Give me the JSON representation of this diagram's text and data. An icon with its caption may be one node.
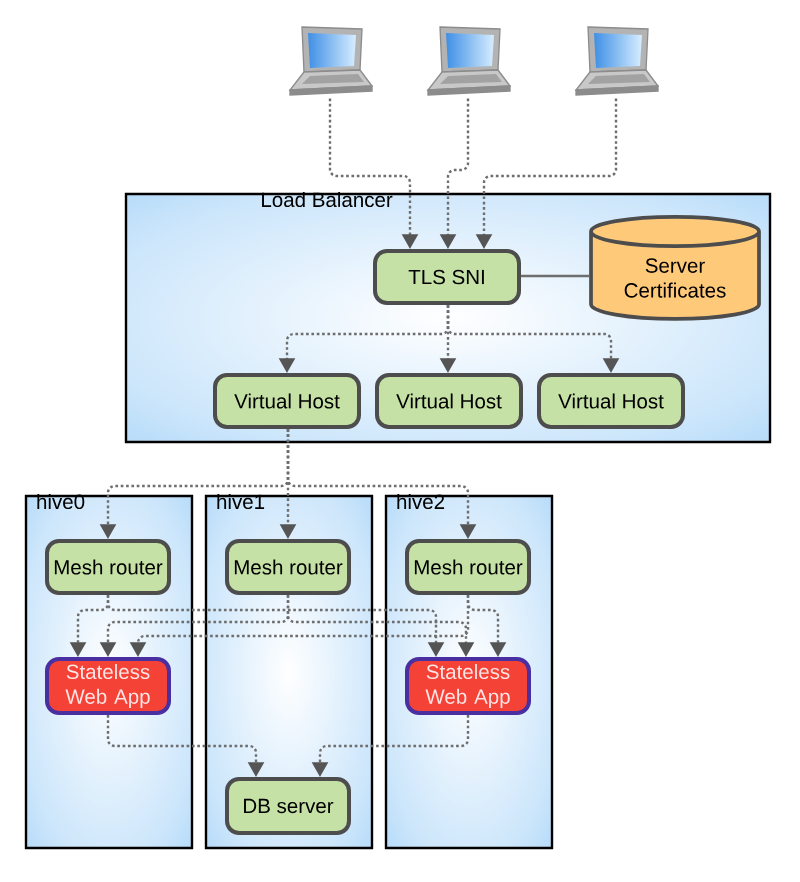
{
  "diagram": {
    "nodes": [
      {
        "text": [],
        "shape": "picture"
      },
      {
        "text": [],
        "shape": "picture"
      },
      {
        "text": [],
        "shape": "picture"
      },
      {
        "text": [
          "Load Balancer"
        ]
      },
      {
        "text": [
          "TLS SNI"
        ],
        "in": 3
      },
      {
        "text": [
          "Server Certificates"
        ],
        "in": 3
      },
      {
        "text": [
          "Virtual Host"
        ],
        "in": 3
      },
      {
        "text": [
          "Virtual Host"
        ],
        "in": 3
      },
      {
        "text": [
          "Virtual Host"
        ],
        "in": 3
      },
      {
        "text": [
          "hive0"
        ]
      },
      {
        "text": [
          "Mesh router"
        ],
        "in": 9
      },
      {
        "text": [
          "Stateless Web App"
        ],
        "in": 9
      },
      {
        "text": [
          "hive1"
        ]
      },
      {
        "text": [
          "Mesh router"
        ],
        "in": 12
      },
      {
        "text": [
          "DB server"
        ],
        "in": 12
      },
      {
        "text": [
          "hive2"
        ]
      },
      {
        "text": [
          "Mesh router"
        ],
        "in": 15
      },
      {
        "text": [
          "Stateless Web App"
        ],
        "in": 15
      }
    ],
    "edges": [
      {
        "from": 0,
        "to": 4,
        "arrow": "to",
        "style": "dashed"
      },
      {
        "from": 1,
        "to": 4,
        "arrow": "to",
        "style": "dashed"
      },
      {
        "from": 2,
        "to": 4,
        "arrow": "to",
        "style": "dashed"
      },
      {
        "from": 4,
        "to": 5,
        "arrow": "none"
      },
      {
        "from": 4,
        "to": 6,
        "arrow": "to",
        "style": "dashed"
      },
      {
        "from": 4,
        "to": 7,
        "arrow": "to",
        "style": "dashed"
      },
      {
        "from": 4,
        "to": 8,
        "arrow": "to",
        "style": "dashed"
      },
      {
        "from": 6,
        "to": 10,
        "arrow": "to",
        "style": "dashed"
      },
      {
        "from": 6,
        "to": 13,
        "arrow": "to",
        "style": "dashed"
      },
      {
        "from": 6,
        "to": 16,
        "arrow": "to",
        "style": "dashed"
      },
      {
        "from": 10,
        "to": 11,
        "arrow": "to",
        "style": "dashed"
      },
      {
        "from": 10,
        "to": 17,
        "arrow": "to",
        "style": "dashed"
      },
      {
        "from": 13,
        "to": 11,
        "arrow": "to",
        "style": "dashed"
      },
      {
        "from": 13,
        "to": 17,
        "arrow": "to",
        "style": "dashed"
      },
      {
        "from": 16,
        "to": 17,
        "arrow": "to",
        "style": "dashed"
      },
      {
        "from": 16,
        "to": 11,
        "arrow": "to",
        "style": "dashed"
      },
      {
        "from": 11,
        "to": 14,
        "arrow": "to",
        "style": "dashed"
      },
      {
        "from": 17,
        "to": 14,
        "arrow": "to",
        "style": "dashed"
      }
    ]
  }
}
